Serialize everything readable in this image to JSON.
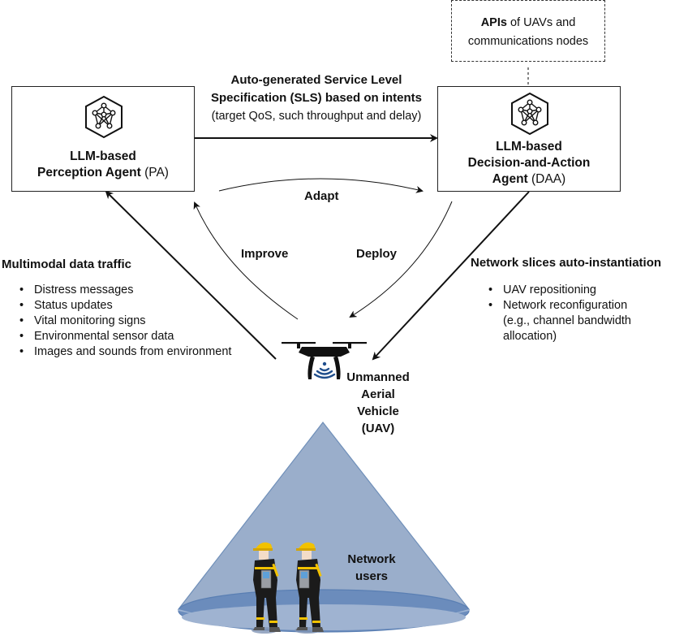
{
  "diagram": {
    "apis_box": {
      "bold_part": "APIs",
      "line1_rest": " of UAVs and",
      "line2": "communications nodes"
    },
    "perception_agent": {
      "icon": "llm-network-hexagon-icon",
      "line1": "LLM-based",
      "line2_bold": "Perception Agent ",
      "line2_abbr": "(PA)"
    },
    "decision_agent": {
      "icon": "llm-network-hexagon-icon",
      "line1": "LLM-based",
      "line2": "Decision-and-Action",
      "line3_bold": "Agent ",
      "line3_abbr": "(DAA)"
    },
    "sls_label": {
      "line1": "Auto-generated Service Level",
      "line2": "Specification (SLS) based on intents",
      "line3": "(target QoS, such throughput and delay)"
    },
    "cycle_labels": {
      "adapt": "Adapt",
      "improve": "Improve",
      "deploy": "Deploy"
    },
    "multimodal": {
      "heading": "Multimodal data traffic",
      "items": [
        "Distress messages",
        "Status updates",
        "Vital monitoring signs",
        "Environmental sensor data",
        "Images and sounds from environment"
      ]
    },
    "network_slices": {
      "heading": "Network slices auto-instantiation",
      "items": [
        "UAV repositioning",
        "Network reconfiguration (e.g., channel bandwidth allocation)"
      ],
      "item2_lines": [
        "Network reconfiguration",
        "(e.g., channel bandwidth",
        "allocation)"
      ]
    },
    "uav": {
      "icon": "drone-icon",
      "signal_icon": "wireless-signal-icon",
      "label_lines": [
        "Unmanned",
        "Aerial",
        "Vehicle",
        "(UAV)"
      ]
    },
    "users": {
      "icon": "firefighter-icon",
      "label_lines": [
        "Network",
        "users"
      ]
    },
    "colors": {
      "cone_fill": "#9aaecb",
      "cone_stroke": "#6f8fb9",
      "ellipse_fill": "#6b8cbc",
      "signal_blue": "#1f4e8c",
      "helmet_yellow": "#f2c200"
    }
  }
}
